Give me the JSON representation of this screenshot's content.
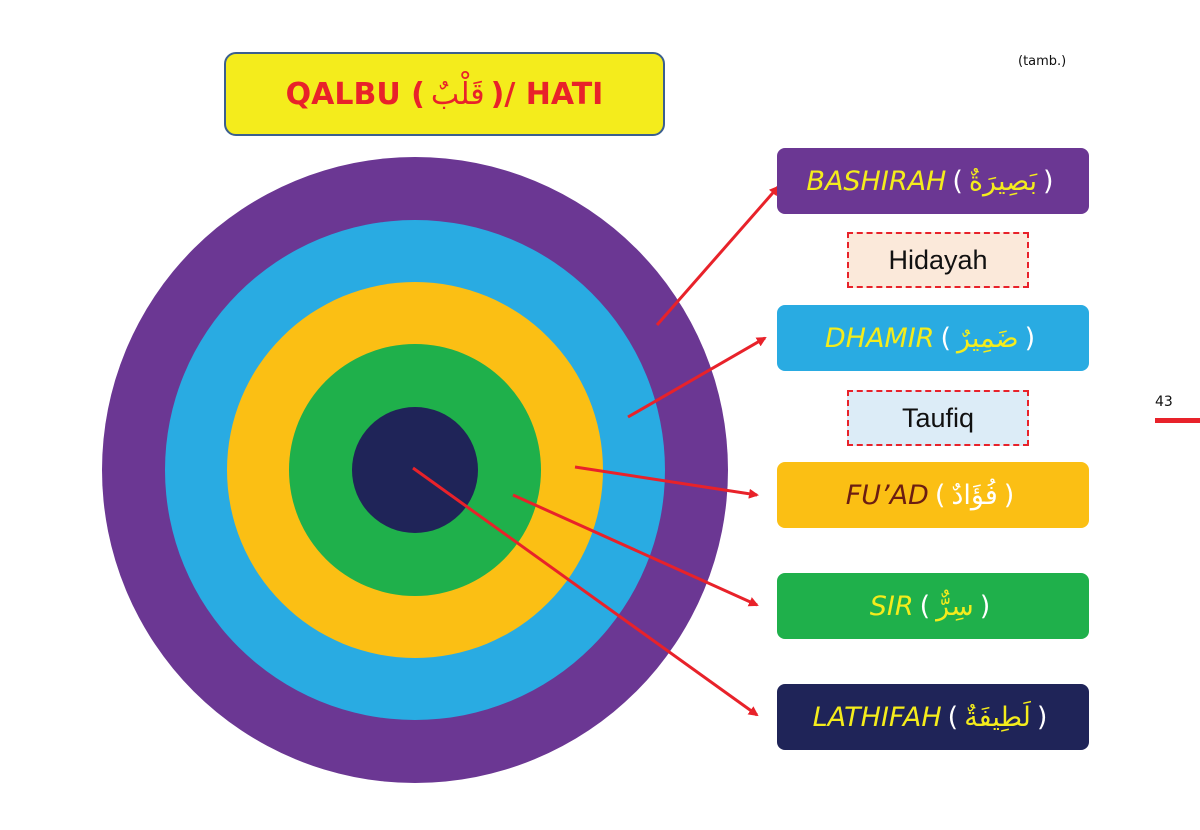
{
  "title": {
    "latin_prefix": "QALBU (",
    "arabic": "قَلْبٌ",
    "latin_suffix": ")/ HATI"
  },
  "note": "(tamb.)",
  "page_number": "43",
  "colors": {
    "purple": "#6b3793",
    "blue": "#29abe2",
    "yellow": "#fbbf14",
    "green": "#1fb04b",
    "navy": "#1f2458",
    "arrow": "#e8222a"
  },
  "layers": [
    {
      "latin": "BASHIRAH",
      "arabic": "بَصِيرَةٌ",
      "color": "#6b3793",
      "text_color": "#f4ec1c"
    },
    {
      "latin": "DHAMIR",
      "arabic": "ضَمِيرٌ",
      "color": "#29abe2",
      "text_color": "#f4ec1c"
    },
    {
      "latin": "FU’AD",
      "arabic": "فُؤَادٌ",
      "color": "#fbbf14",
      "text_color": "#6b1d12"
    },
    {
      "latin": "SIR",
      "arabic": "سِرٌّ",
      "color": "#1fb04b",
      "text_color": "#f4ec1c"
    },
    {
      "latin": "LATHIFAH",
      "arabic": "لَطِيفَةٌ",
      "color": "#1f2458",
      "text_color": "#f4ec1c"
    }
  ],
  "virtues": [
    {
      "label": "Hidayah",
      "bg": "#fbe9da"
    },
    {
      "label": "Taufiq",
      "bg": "#dcecf7"
    }
  ]
}
